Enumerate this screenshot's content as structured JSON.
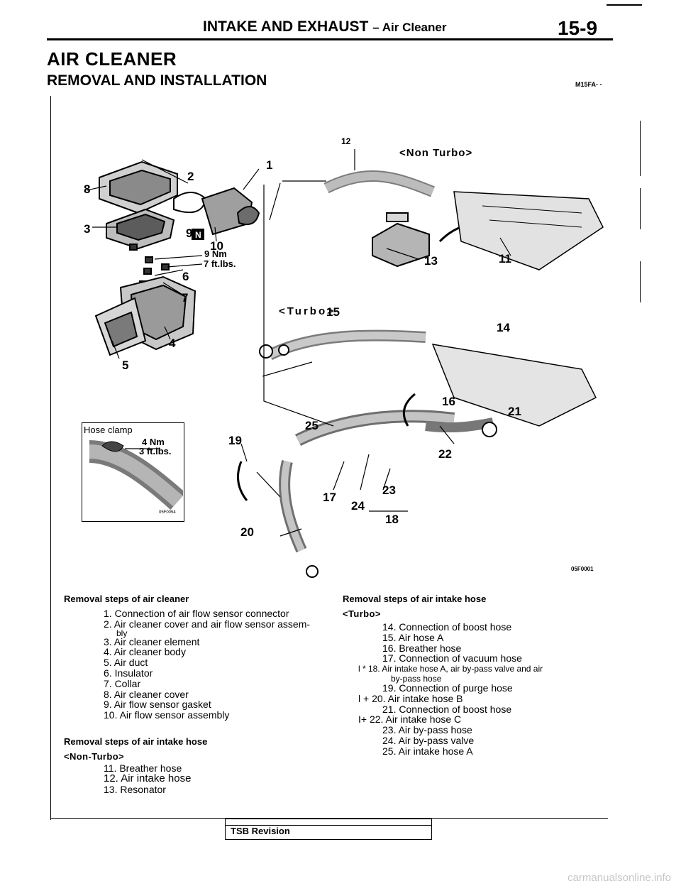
{
  "header": {
    "title_main": "INTAKE AND EXHAUST",
    "title_sub": "– Air Cleaner",
    "page": "15-9"
  },
  "section": {
    "title": "AIR CLEANER",
    "subtitle": "REMOVAL AND INSTALLATION",
    "ref_code": "M15FA- -"
  },
  "figure": {
    "code": "05F0001",
    "label_non_turbo": "<Non Turbo>",
    "label_turbo": "<Turbo>",
    "torque_bolt_nm": "9 Nm",
    "torque_bolt_ftlbs": "7 ft.lbs.",
    "callout_n": "N",
    "callouts": [
      "1",
      "2",
      "3",
      "4",
      "5",
      "6",
      "7",
      "8",
      "9",
      "10",
      "11",
      "12",
      "13",
      "14",
      "15",
      "16",
      "17",
      "18",
      "19",
      "20",
      "21",
      "22",
      "23",
      "24",
      "25"
    ],
    "inset": {
      "title": "Hose clamp",
      "torque_nm": "4 Nm",
      "torque_ftlbs": "3 ft.lbs.",
      "code": "05F0054"
    }
  },
  "steps_air_cleaner": {
    "heading": "Removal steps of air cleaner",
    "items": [
      "1. Connection of air flow sensor connector",
      "2. Air cleaner cover and air flow sensor assem-",
      "bly",
      "3. Air cleaner element",
      "4. Air cleaner body",
      "5. Air duct",
      "6. Insulator",
      "7. Collar",
      "8. Air cleaner cover",
      "9. Air flow sensor gasket",
      "10. Air flow sensor assembly"
    ]
  },
  "steps_intake_non_turbo": {
    "heading": "Removal steps of air intake hose",
    "model": "<Non-Turbo>",
    "items": [
      "11. Breather hose",
      "12. Air intake hose",
      "13. Resonator"
    ]
  },
  "steps_intake_turbo": {
    "heading": "Removal steps of air intake hose",
    "model": "<Turbo>",
    "items": [
      "14. Connection of boost hose",
      "15. Air hose A",
      "16. Breather hose",
      "17. Connection of vacuum hose",
      "l * 18. Air intake hose A, air by-pass valve and air",
      "by-pass hose",
      "19. Connection of purge hose",
      "l + 20. Air intake hose B",
      "21. Connection of boost hose",
      "I+ 22. Air intake hose C",
      "23. Air by-pass hose",
      "24. Air by-pass valve",
      "25. Air intake hose A"
    ]
  },
  "tsb": {
    "label": "TSB Revision"
  },
  "footer": {
    "watermark": "carmanualsonline.info"
  }
}
